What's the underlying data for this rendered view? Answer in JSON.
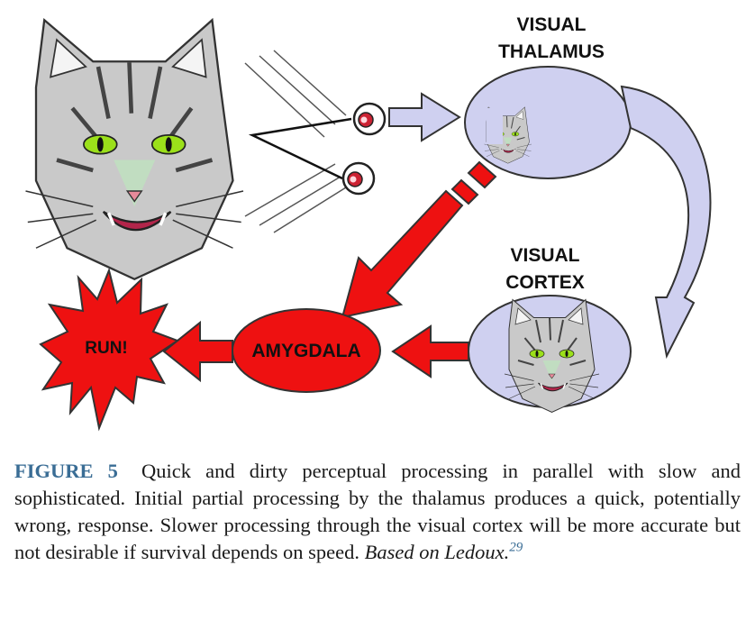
{
  "nodes": {
    "thalamus_line1": "VISUAL",
    "thalamus_line2": "THALAMUS",
    "cortex_line1": "VISUAL",
    "cortex_line2": "CORTEX",
    "amygdala": "AMYGDALA",
    "run": "RUN!"
  },
  "caption": {
    "figure_label": "FIGURE 5",
    "text": "Quick and dirty perceptual processing in parallel with slow and sophisticated. Initial partial processing by the thalamus produces a quick, potentially wrong, response. Slower processing through the visual cortex will be more accurate but not desirable if survival depends on speed.",
    "source": "Based on Ledoux.",
    "reference": "29"
  },
  "colors": {
    "red": "#ee1111",
    "lavender": "#cfd0f0",
    "outline": "#222222",
    "caption_blue": "#3a6d95"
  }
}
